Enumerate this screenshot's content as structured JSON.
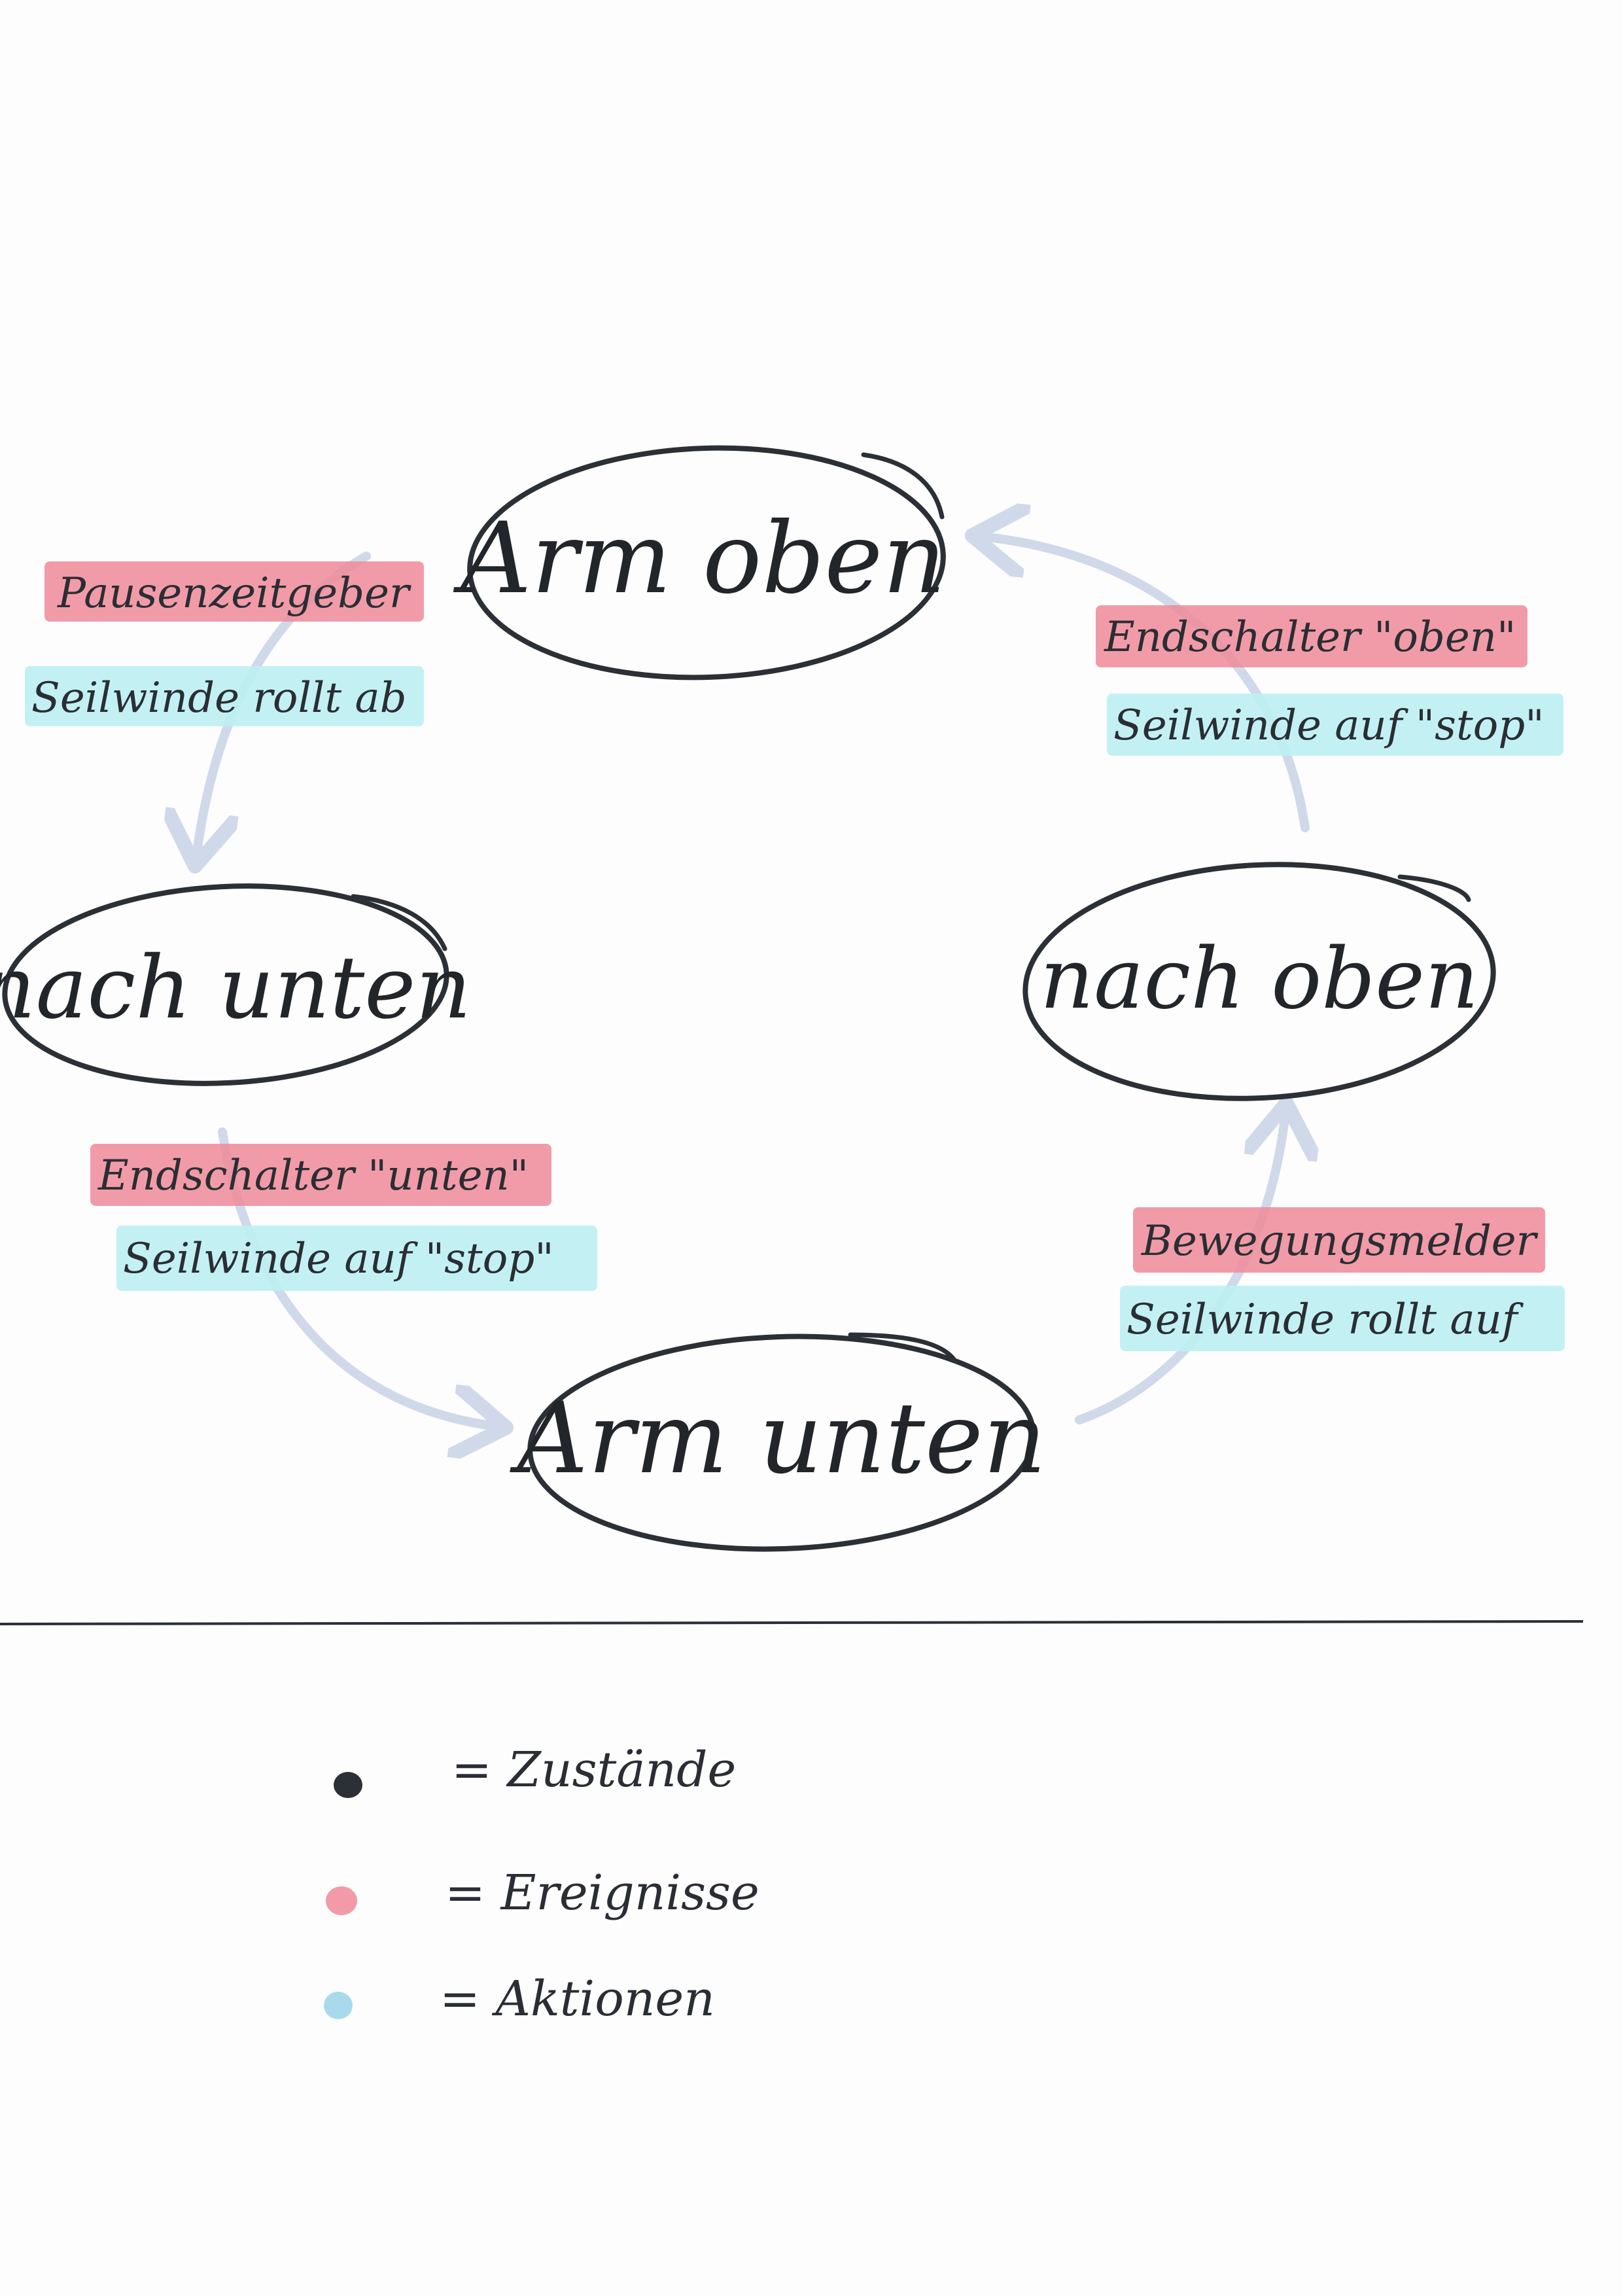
{
  "colors": {
    "state_stroke": "#2b3036",
    "event_highlight": "#f08a99",
    "action_highlight": "#bdeff2",
    "arrow": "#c9d3e6",
    "legend_state_dot": "#2b3036",
    "legend_event_dot": "#f28f9e",
    "legend_action_dot": "#9fd6ea"
  },
  "states": {
    "arm_oben": "Arm oben",
    "nach_unten": "nach unten",
    "nach_oben": "nach oben",
    "arm_unten": "Arm unten"
  },
  "transitions": {
    "top_left": {
      "event": "Pausenzeitgeber",
      "action": "Seilwinde rollt ab"
    },
    "top_right": {
      "event": "Endschalter \"oben\"",
      "action": "Seilwinde auf \"stop\""
    },
    "bottom_left": {
      "event": "Endschalter \"unten\"",
      "action": "Seilwinde auf \"stop\""
    },
    "bottom_right": {
      "event": "Bewegungsmelder",
      "action": "Seilwinde rollt auf"
    }
  },
  "legend": {
    "states": "= Zustände",
    "events": "= Ereignisse",
    "actions": "= Aktionen"
  }
}
